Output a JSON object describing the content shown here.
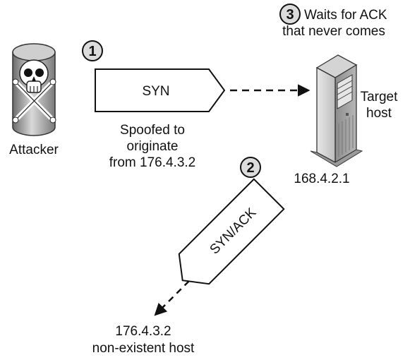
{
  "attacker": {
    "label": "Attacker"
  },
  "packet_syn": {
    "label": "SYN"
  },
  "spoof_note": {
    "lines": [
      "Spoofed to",
      "originate",
      "from 176.4.3.2"
    ]
  },
  "packet_synack": {
    "label": "SYN/ACK"
  },
  "target": {
    "name_lines": [
      "Target",
      "host"
    ],
    "ip": "168.4.2.1"
  },
  "wait_note": {
    "lines": [
      "Waits for ACK",
      "that never comes"
    ]
  },
  "nonexistent": {
    "ip": "176.4.3.2",
    "label": "non-existent host"
  },
  "steps": [
    "1",
    "2",
    "3"
  ],
  "icons": {
    "attacker": "skull-crossbones-cylinder-icon",
    "target": "tower-server-icon"
  }
}
